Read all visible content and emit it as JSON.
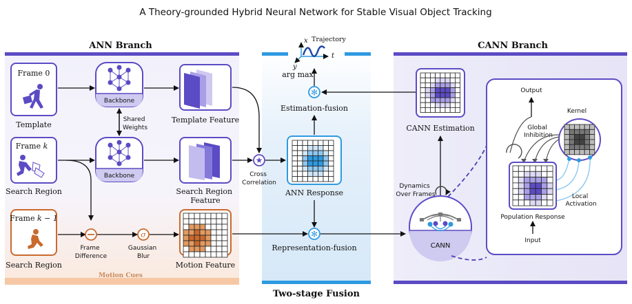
{
  "title": "A Theory-grounded Hybrid Neural Network for Stable Visual Object Tracking",
  "ann": {
    "heading": "ANN Branch",
    "frame0_label": "Frame 0",
    "framek_label": "Frame",
    "framek_var": "k",
    "framek1_label": "Frame",
    "framek1_var": "k − 1",
    "template_label": "Template",
    "search_region_label": "Search Region",
    "search_region2_label": "Search Region",
    "backbone_label": "Backbone",
    "backbone2_label": "Backbone",
    "shared_weights": [
      "Shared",
      "Weights"
    ],
    "template_feature": "Template Feature",
    "search_feature": [
      "Search Region",
      "Feature"
    ],
    "motion_feature": "Motion Feature",
    "frame_difference": [
      "Frame",
      "Difference"
    ],
    "gaussian_blur": [
      "Gaussian",
      "Blur"
    ],
    "motion_cues": "Motion Cues",
    "cross_correlation": [
      "Cross",
      "Correlation"
    ]
  },
  "fusion": {
    "heading": "Two-stage Fusion",
    "trajectory": "Trajectory",
    "axis_x": "x",
    "axis_y": "y",
    "axis_t": "t",
    "argmax": "arg max",
    "estimation_fusion": "Estimation-fusion",
    "ann_response": "ANN Response",
    "representation_fusion": "Representation-fusion"
  },
  "cann": {
    "heading": "CANN Branch",
    "estimation": "CANN Estimation",
    "dynamics": [
      "Dynamics",
      "Over Frames"
    ],
    "cann_label": "CANN",
    "output": "Output",
    "kernel": "Kernel",
    "global_inhibition": [
      "Global",
      "Inhibition"
    ],
    "local_activation": [
      "Local",
      "Activation"
    ],
    "population_response": "Population Response",
    "input": "Input"
  },
  "colors": {
    "purple": "#5b4bc4",
    "light_purple": "#b9b2ea",
    "orange": "#c96a2e",
    "blue": "#2d9ae0",
    "light_blue": "#ddeefa"
  }
}
